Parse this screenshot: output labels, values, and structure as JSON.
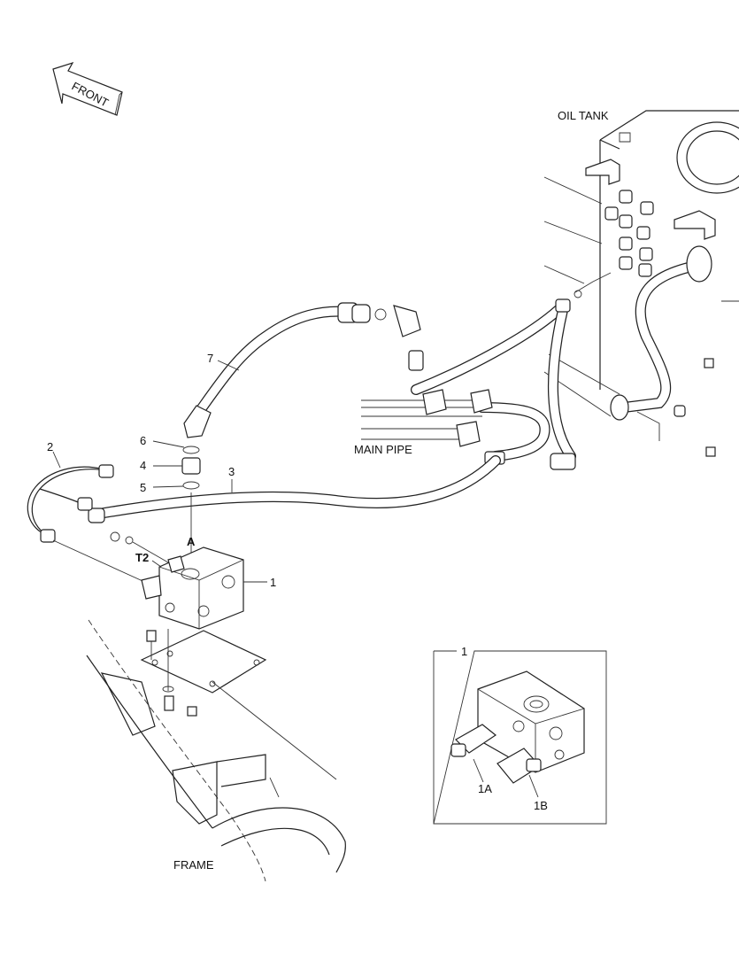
{
  "labels": {
    "front": "FRONT",
    "oil_tank": "OIL TANK",
    "main_pipe": "MAIN PIPE",
    "frame": "FRAME",
    "view_a": "A",
    "port_t2": "T2"
  },
  "callouts": {
    "c1": "1",
    "c2": "2",
    "c3": "3",
    "c4": "4",
    "c5": "5",
    "c6": "6",
    "c7": "7"
  },
  "detail": {
    "title": "1",
    "sub_a": "1A",
    "sub_b": "1B"
  }
}
